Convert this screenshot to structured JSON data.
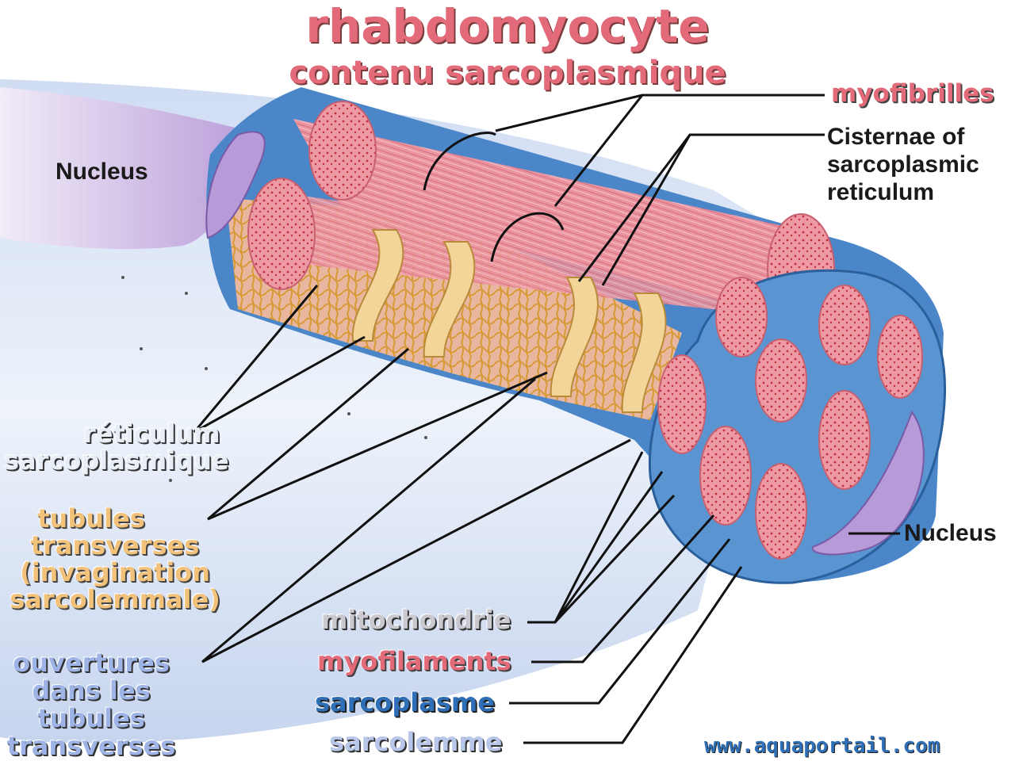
{
  "title": "rhabdomyocyte",
  "subtitle": "contenu sarcoplasmique",
  "labels": {
    "myofibrilles": "myofibrilles",
    "cisternae": [
      "Cisternae of",
      "sarcoplasmic",
      "reticulum"
    ],
    "nucleus_left": "Nucleus",
    "nucleus_right": "Nucleus",
    "reticulum": [
      "réticulum",
      "sarcoplasmique"
    ],
    "tubules": [
      "tubules",
      "transverses",
      "(invagination",
      "sarcolemmale)"
    ],
    "ouvertures": [
      "ouvertures",
      "dans les",
      "tubules",
      "transverses"
    ],
    "mitochondrie": "mitochondrie",
    "myofilaments": "myofilaments",
    "sarcoplasme": "sarcoplasme",
    "sarcolemme": "sarcolemme"
  },
  "watermark": "www.aquaportail.com",
  "colors": {
    "title": "#e36a78",
    "myofibril": "#e98c98",
    "tubule": "#f3d59a",
    "sarcoplasm": "#4a86c8",
    "nucleus": "#b79ad8",
    "fiber_bg": "#dfe8f7"
  }
}
